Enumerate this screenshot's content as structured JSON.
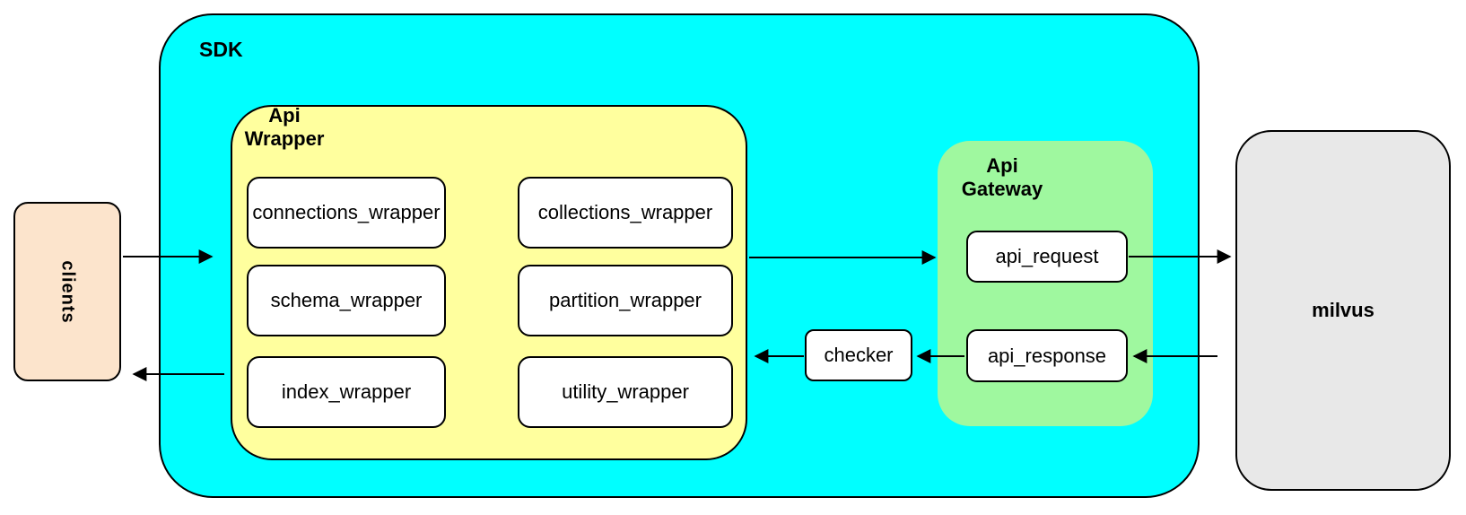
{
  "nodes": {
    "clients": "clients",
    "sdk": "SDK",
    "api_wrapper": {
      "line1": "Api",
      "line2": "Wrapper"
    },
    "wrapper_boxes": [
      "connections_wrapper",
      "collections_wrapper",
      "schema_wrapper",
      "partition_wrapper",
      "index_wrapper",
      "utility_wrapper"
    ],
    "checker": "checker",
    "api_gateway": {
      "line1": "Api",
      "line2": "Gateway"
    },
    "gateway_boxes": [
      "api_request",
      "api_response"
    ],
    "milvus": "milvus"
  },
  "colors": {
    "sdk_fill": "#00ffff",
    "wrapper_fill": "#ffff9e",
    "gateway_fill": "#9ff89f",
    "clients_fill": "#fce4cc",
    "milvus_fill": "#e8e8e8",
    "box_fill": "#ffffff",
    "border": "#000000"
  }
}
